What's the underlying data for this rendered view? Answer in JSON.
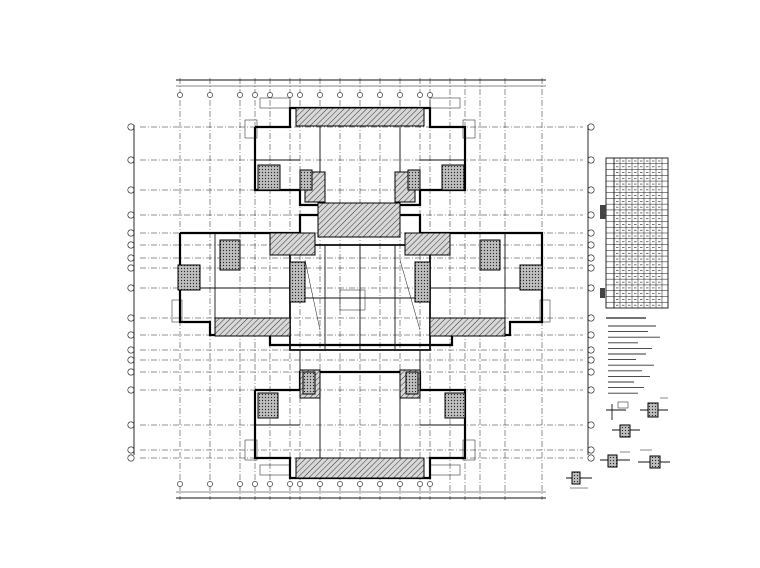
{
  "drawing": {
    "kind": "structural-floor-plan",
    "colors": {
      "line": "#111111",
      "background": "#ffffff",
      "hatch": "#555555"
    }
  },
  "grid_bubbles": {
    "left_count": 18,
    "top_count": 14
  },
  "schedule_table": {
    "rows": 26,
    "columns": 9
  },
  "notes": {
    "lines": 13
  }
}
